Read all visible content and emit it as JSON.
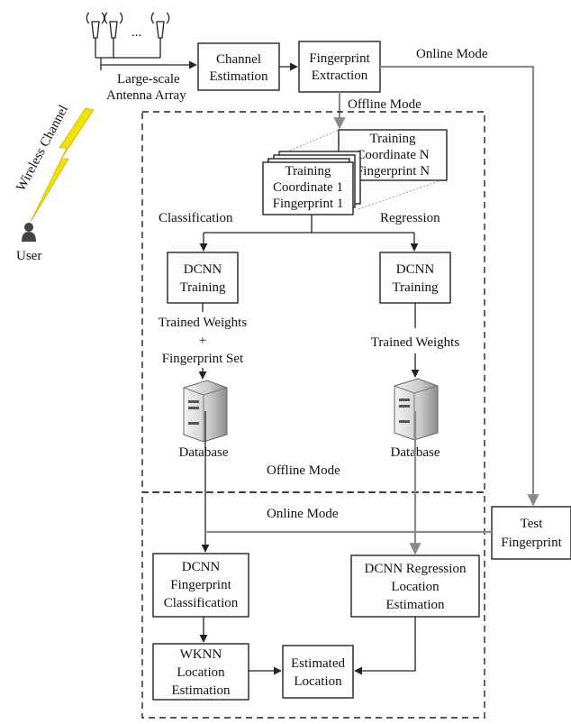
{
  "labels": {
    "wireless_channel": "Wireless Channel",
    "user": "User",
    "antenna_line1": "Large-scale",
    "antenna_line2": "Antenna Array",
    "ellipsis": "...",
    "online_mode_top": "Online Mode",
    "offline_mode_top": "Offline Mode",
    "classification": "Classification",
    "regression": "Regression",
    "trained_weights_left": "Trained Weights",
    "plus": "+",
    "fingerprint_set": "Fingerprint Set",
    "trained_weights_right": "Trained Weights",
    "database_left": "Database",
    "database_right": "Database",
    "offline_mode_bottom": "Offline Mode",
    "online_mode_bottom": "Online Mode"
  },
  "boxes": {
    "channel_estimation": [
      "Channel",
      "Estimation"
    ],
    "fingerprint_extraction": [
      "Fingerprint",
      "Extraction"
    ],
    "training_n": [
      "Training",
      "Coordinate N",
      "Fingerprint N"
    ],
    "training_1": [
      "Training",
      "Coordinate 1",
      "Fingerprint 1"
    ],
    "dcnn_training_left": [
      "DCNN",
      "Training"
    ],
    "dcnn_training_right": [
      "DCNN",
      "Training"
    ],
    "test_fingerprint": [
      "Test",
      "Fingerprint"
    ],
    "dcnn_classification": [
      "DCNN",
      "Fingerprint",
      "Classification"
    ],
    "dcnn_regression": [
      "DCNN Regression",
      "Location",
      "Estimation"
    ],
    "wknn": [
      "WKNN",
      "Location",
      "Estimation"
    ],
    "estimated_location": [
      "Estimated",
      "Location"
    ]
  },
  "colors": {
    "lightning": "#f2e200",
    "online_path": "#8a8a8a",
    "stroke": "#222222"
  },
  "icons": [
    "antenna-icon",
    "lightning-icon",
    "user-icon",
    "database-server-icon"
  ]
}
